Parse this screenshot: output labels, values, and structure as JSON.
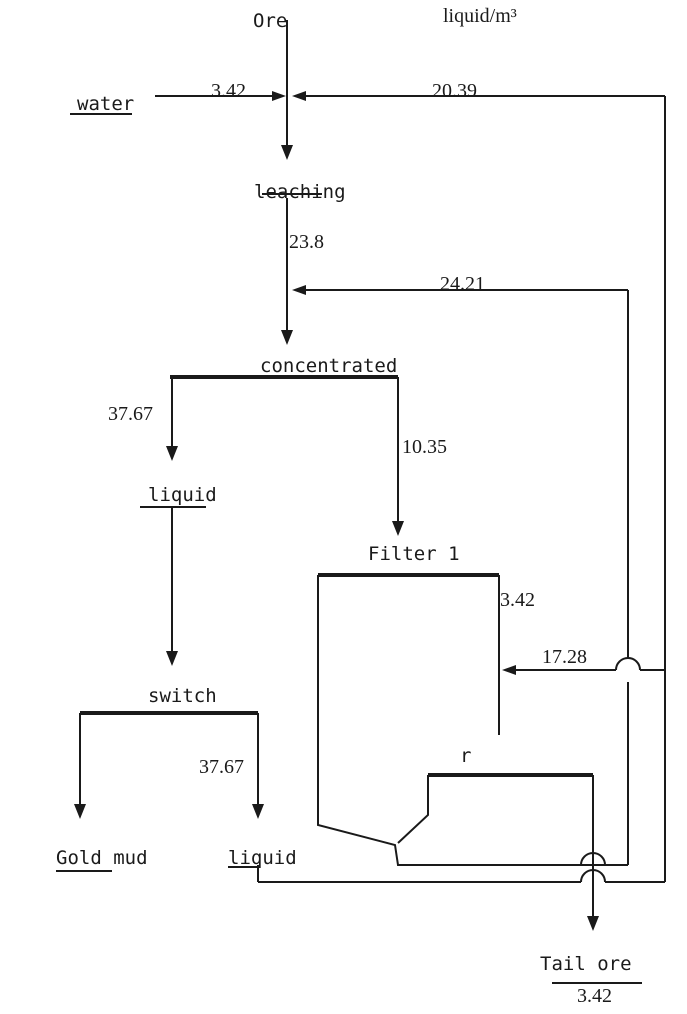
{
  "header": {
    "unit": "liquid/m³"
  },
  "nodes": {
    "ore": "Ore",
    "water": "water",
    "leaching": "leaching",
    "concentrated": "concentrated",
    "liquid_upper": "liquid",
    "filter1": "Filter 1",
    "switch": "switch",
    "r": "r",
    "gold_mud": "Gold mud",
    "liquid_lower": "liquid",
    "tail_ore": "Tail ore"
  },
  "flows": {
    "water_in": "3.42",
    "return_top": "20.39",
    "after_leaching": "23.8",
    "return_mid": "24.21",
    "to_liquid": "37.67",
    "to_filter": "10.35",
    "filter_out": "3.42",
    "return_filter": "17.28",
    "switch_out": "37.67",
    "tail": "3.42"
  }
}
